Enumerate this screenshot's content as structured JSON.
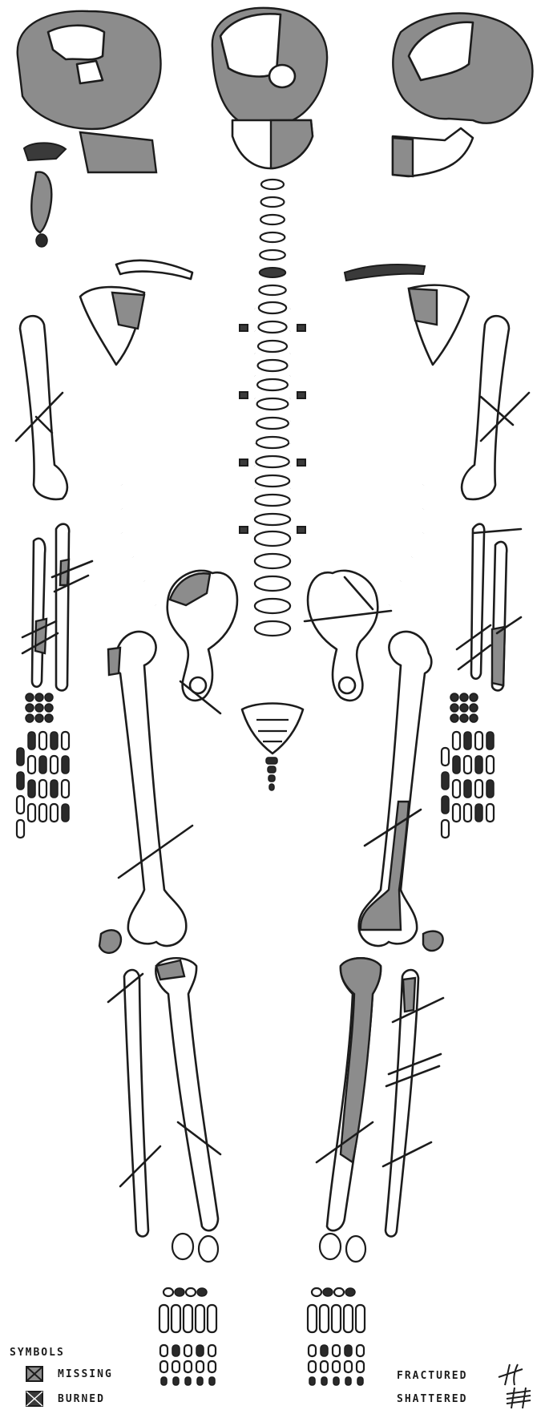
{
  "legend": {
    "heading": "SYMBOLS",
    "missing": "MISSING",
    "burned": "BURNED",
    "fractured": "FRACTURED",
    "shattered": "SHATTERED"
  },
  "colors": {
    "bone_outline": "#1c1c1c",
    "missing_fill": "#8c8c8c",
    "burned_fill": "#3a3a3a",
    "background": "#ffffff"
  }
}
